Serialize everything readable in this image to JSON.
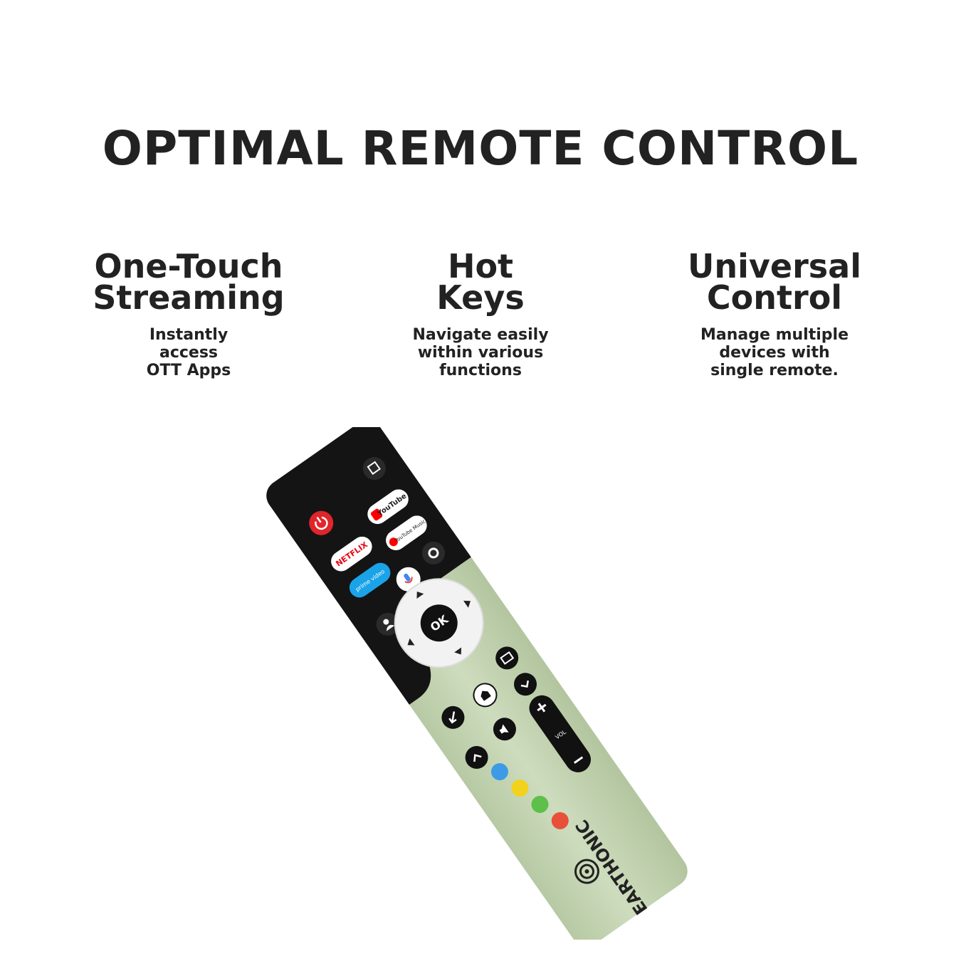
{
  "headline": "OPTIMAL REMOTE CONTROL",
  "features": [
    {
      "title_lines": [
        "One-Touch",
        "Streaming"
      ],
      "desc_lines": [
        "Instantly",
        "access",
        "OTT Apps"
      ]
    },
    {
      "title_lines": [
        "Hot",
        "Keys"
      ],
      "desc_lines": [
        "Navigate easily",
        "within various",
        "functions"
      ]
    },
    {
      "title_lines": [
        "Universal",
        "Control"
      ],
      "desc_lines": [
        "Manage multiple",
        "devices with",
        "single remote."
      ]
    }
  ],
  "remote": {
    "brand": "EARTHONIC",
    "ok_label": "OK",
    "vol_label": "VOL",
    "app_buttons": {
      "netflix": "NETFLIX",
      "youtube": "YouTube",
      "youtube_music": "YouTube Music",
      "prime_video": "prime video"
    },
    "colors": {
      "body": "#c4d5b2",
      "top": "#141414",
      "netflix": "#e50914",
      "youtube": "#ff0000",
      "prime": "#1aa3e8",
      "power": "#e0262b"
    },
    "color_keys": [
      "#e8503a",
      "#5cc04a",
      "#f2d21c",
      "#3d9be6"
    ]
  }
}
